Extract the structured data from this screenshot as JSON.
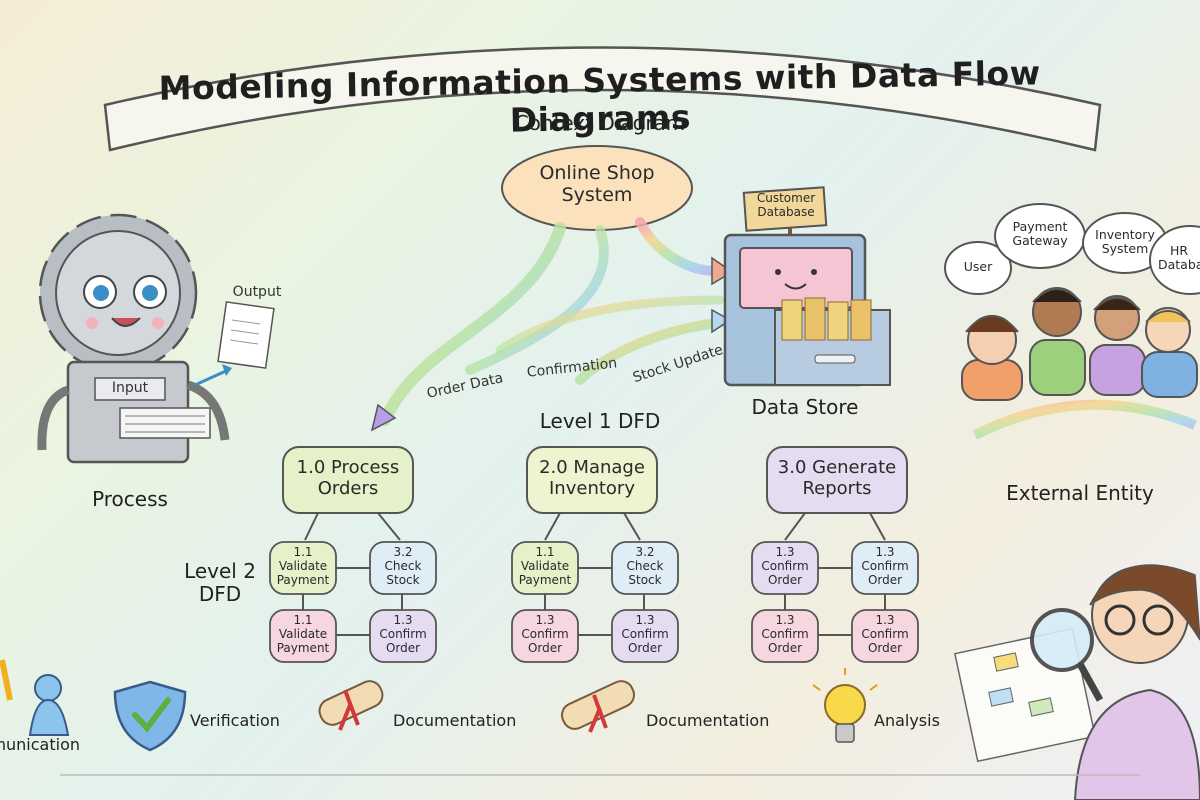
{
  "title": "Modeling Information Systems with Data Flow Diagrams",
  "context": {
    "heading": "Context Diagram",
    "system": [
      "Online Shop",
      "System"
    ]
  },
  "process_mascot": {
    "output_label": "Output",
    "input_label": "Input",
    "caption": "Process"
  },
  "data_store": {
    "sign": [
      "Customer",
      "Database"
    ],
    "caption": "Data Store"
  },
  "flows": {
    "order_data": "Order Data",
    "confirmation": "Confirmation",
    "stock_update": "Stock Update"
  },
  "external_entity": {
    "bubbles": [
      "User",
      "Payment Gateway",
      "Inventory System",
      "HR Database"
    ],
    "caption": "External Entity"
  },
  "level1": {
    "heading": "Level 1 DFD",
    "processes": [
      {
        "text": [
          "1.0 Process",
          "Orders"
        ],
        "color": "#e4f1c9"
      },
      {
        "text": [
          "2.0 Manage",
          "Inventory"
        ],
        "color": "#eef4cf"
      },
      {
        "text": [
          "3.0 Generate",
          "Reports"
        ],
        "color": "#e6dcf2"
      }
    ]
  },
  "level2": {
    "heading": [
      "Level 2",
      "DFD"
    ],
    "groups": [
      [
        [
          "1.1",
          "Validate",
          "Payment"
        ],
        [
          "3.2",
          "Check",
          "Stock"
        ],
        [
          "1.1",
          "Validate",
          "Payment"
        ],
        [
          "1.3",
          "Confirm",
          "Order"
        ]
      ],
      [
        [
          "1.1",
          "Validate",
          "Payment"
        ],
        [
          "3.2",
          "Check",
          "Stock"
        ],
        [
          "1.3",
          "Confirm",
          "Order"
        ],
        [
          "1.3",
          "Confirm",
          "Order"
        ]
      ],
      [
        [
          "1.3",
          "Confirm",
          "Order"
        ],
        [
          "1.3",
          "Confirm",
          "Order"
        ],
        [
          "1.3",
          "Confirm",
          "Order"
        ],
        [
          "1.3",
          "Confirm",
          "Order"
        ]
      ]
    ]
  },
  "bottom_icons": [
    {
      "label": "Communication",
      "icon": "high-five-icon"
    },
    {
      "label": "Verification",
      "icon": "shield-check-icon"
    },
    {
      "label": "Documentation",
      "icon": "scroll-icon"
    },
    {
      "label": "Documentation",
      "icon": "scroll-icon"
    },
    {
      "label": "Analysis",
      "icon": "lightbulb-icon"
    }
  ],
  "colors": {
    "green_box": "#e4f1c9",
    "blue_box": "#dfeef6",
    "pink_box": "#f6d6df",
    "purple_box": "#e6dcf2",
    "oval": "#fbe1bc"
  }
}
